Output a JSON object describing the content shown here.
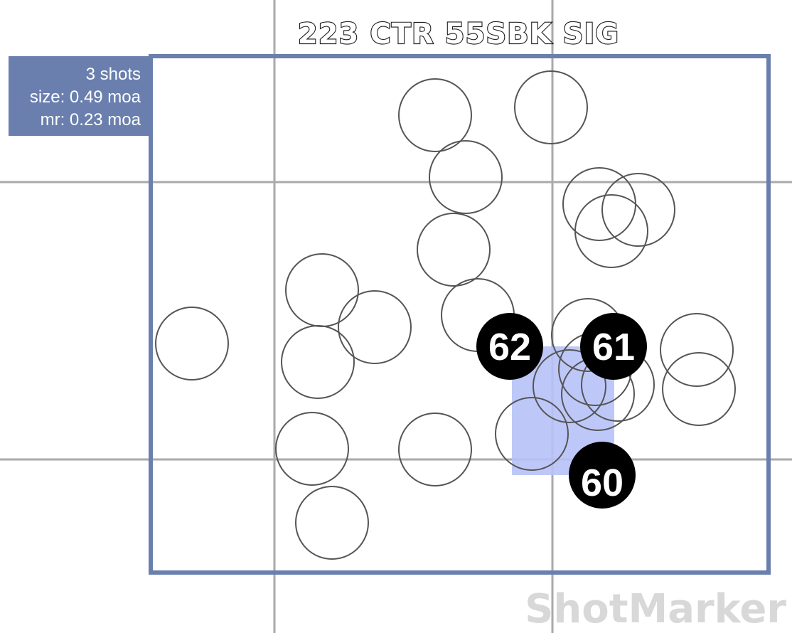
{
  "title": "223 CTR 55SBK SIG",
  "stats": {
    "shots": "3 shots",
    "size": "size: 0.49 moa",
    "mr": "mr: 0.23 moa"
  },
  "watermark": "ShotMarker",
  "colors": {
    "frame": "#6a7fae",
    "stats_bg": "#6a7fae",
    "grid": "#aaaaaa",
    "group_box": "#b7c2f7",
    "shot_outline": "#555555",
    "label_bg": "#000000",
    "label_text": "#ffffff"
  },
  "shot_labels": [
    {
      "number": "62"
    },
    {
      "number": "61"
    },
    {
      "number": "60"
    }
  ]
}
